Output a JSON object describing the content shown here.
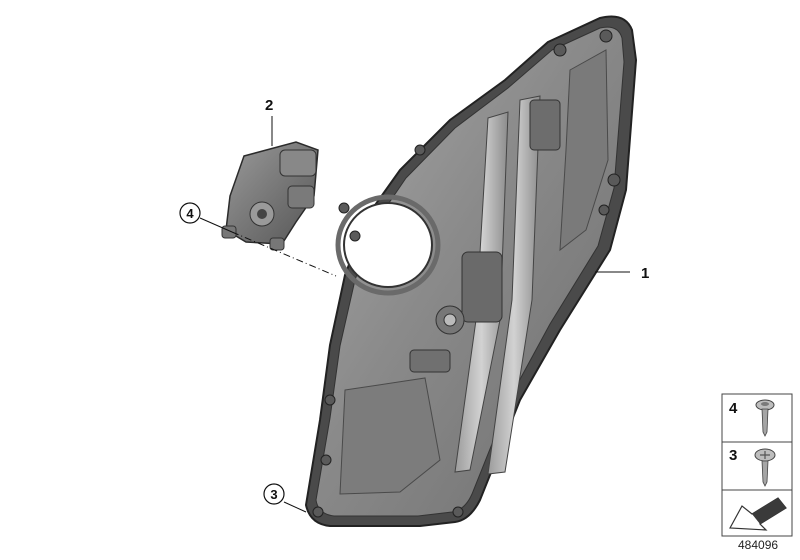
{
  "callouts": {
    "door_panel": "1",
    "window_motor": "2",
    "screw_lower": "3",
    "screw_motor": "4"
  },
  "legend": {
    "items": [
      {
        "label": "4",
        "icon": "screw-washer-head-icon"
      },
      {
        "label": "3",
        "icon": "screw-torx-head-icon"
      }
    ],
    "footer_icon": "arrow-symbol-icon"
  },
  "diagram_id": "484096",
  "colors": {
    "panel_fill": "#8e8e8e",
    "panel_dark": "#5a5a5a",
    "panel_light": "#bdbdbd",
    "outline": "#2b2b2b"
  }
}
